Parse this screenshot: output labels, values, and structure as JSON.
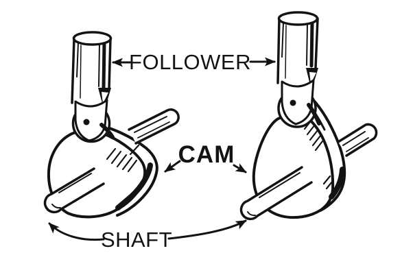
{
  "figure": {
    "description": "Isometric line drawing of two cam-and-follower mechanisms mounted on shafts",
    "background_color": "#ffffff",
    "ink_color": "#131313"
  },
  "labels": {
    "follower": "FOLLOWER",
    "cam": "CAM",
    "shaft": "SHAFT"
  }
}
